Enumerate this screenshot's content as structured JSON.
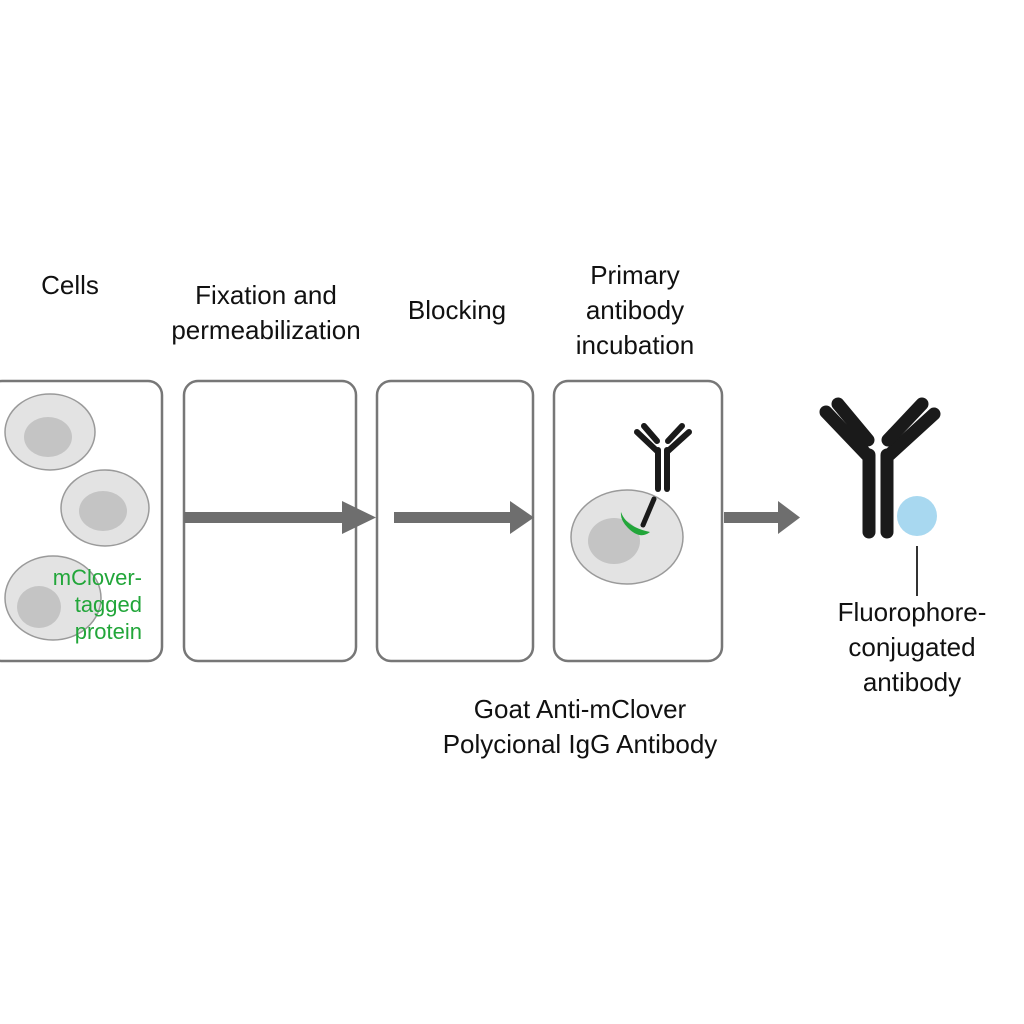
{
  "steps": [
    {
      "id": "cells",
      "label": "Cells"
    },
    {
      "id": "fixation",
      "label": "Fixation and\npermeabilization"
    },
    {
      "id": "blocking",
      "label": "Blocking"
    },
    {
      "id": "primary",
      "label": "Primary\nantibody\nincubation"
    }
  ],
  "annotations": {
    "tagged_protein": "mClover-\ntagged\nprotein",
    "primary_antibody": "Goat Anti-mClover\nPolycional IgG Antibody",
    "secondary_antibody": "Fluorophore-\nconjugated\nantibody"
  },
  "colors": {
    "panel_border": "#777777",
    "arrow": "#6e6e6e",
    "cell_body": "#e3e3e3",
    "cell_nucleus": "#c4c4c4",
    "mclover_green": "#22a63a",
    "antibody": "#1a1a1a",
    "fluorophore": "#a8d8f0"
  }
}
